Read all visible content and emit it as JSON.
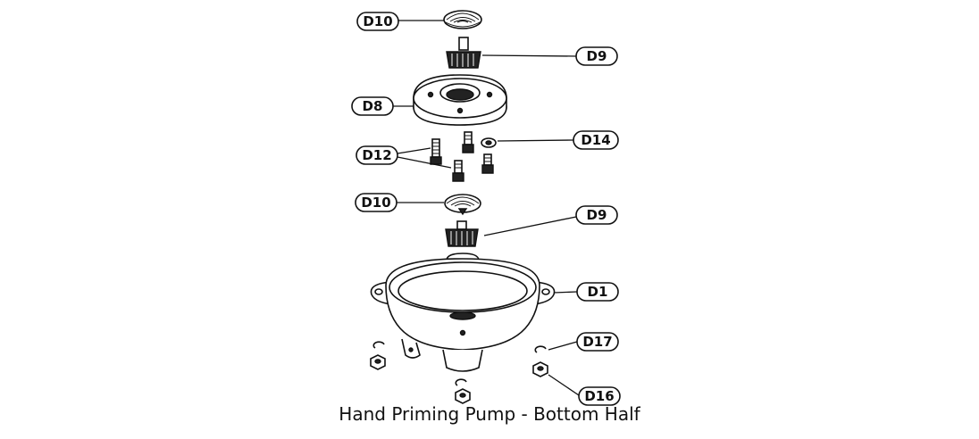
{
  "caption": "Hand Priming Pump - Bottom Half",
  "labels": {
    "d10_top": "D10",
    "d9_top": "D9",
    "d8": "D8",
    "d14": "D14",
    "d12": "D12",
    "d10_mid": "D10",
    "d9_mid": "D9",
    "d1": "D1",
    "d17": "D17",
    "d16": "D16"
  }
}
